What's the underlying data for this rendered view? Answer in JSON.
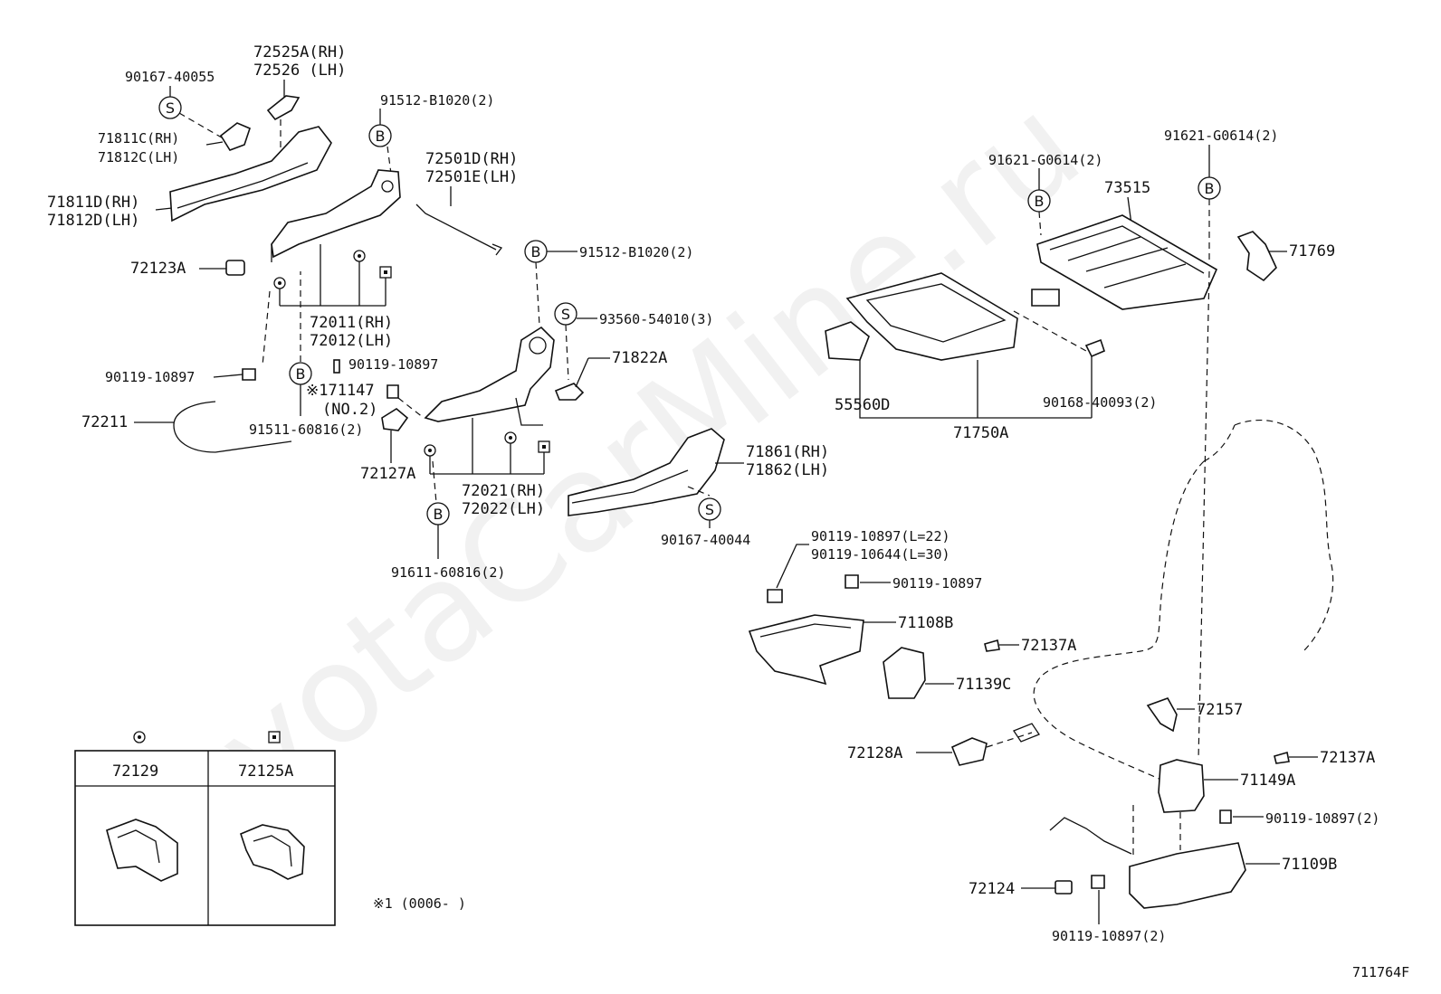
{
  "watermark": "ToyotaCarMine.ru",
  "figure_code": "711764F",
  "footnote": "※1 (0006-    )",
  "badges": {
    "S": "S",
    "B": "B"
  },
  "labels": {
    "p90167_40055": "90167-40055",
    "p72525A": "72525A(RH)",
    "p72526": "72526  (LH)",
    "p91512_B1020_a": "91512-B1020(2)",
    "p71811C": "71811C(RH)",
    "p71812C": "71812C(LH)",
    "p71811D": "71811D(RH)",
    "p71812D": "71812D(LH)",
    "p72501D": "72501D(RH)",
    "p72501E": "72501E(LH)",
    "p72123A": "72123A",
    "p91512_B1020_b": "91512-B1020(2)",
    "p72011": "72011(RH)",
    "p72012": "72012(LH)",
    "p93560": "93560-54010(3)",
    "p90119_10897_a": "90119-10897",
    "p90119_10897_b": "90119-10897",
    "p71822A": "71822A",
    "p711147": "※171147",
    "pNO2": "(NO.2)",
    "p72211": "72211",
    "p91511": "91511-60816(2)",
    "p72127A": "72127A",
    "p72021": "72021(RH)",
    "p72022": "72022(LH)",
    "p71861": "71861(RH)",
    "p71862": "71862(LH)",
    "p90167_40044": "90167-40044",
    "p91611": "91611-60816(2)",
    "p91621_a": "91621-G0614(2)",
    "p91621_b": "91621-G0614(2)",
    "p73515": "73515",
    "p71769": "71769",
    "p55560D": "55560D",
    "p71750A": "71750A",
    "p90168": "90168-40093(2)",
    "p90119_10897_L22": "90119-10897(L=22)",
    "p90119_10644_L30": "90119-10644(L=30)",
    "p90119_10897_c": "90119-10897",
    "p71108B": "71108B",
    "p72137A_a": "72137A",
    "p71139C": "71139C",
    "p72157": "72157",
    "p72128A": "72128A",
    "p72137A_b": "72137A",
    "p71149A": "71149A",
    "p90119_10897_d": "90119-10897(2)",
    "p71109B": "71109B",
    "p72124": "72124",
    "p90119_10897_e": "90119-10897(2)"
  },
  "inset": {
    "col1_symbol": "circle-dot-icon",
    "col2_symbol": "square-dot-icon",
    "col1_part": "72129",
    "col2_part": "72125A"
  }
}
